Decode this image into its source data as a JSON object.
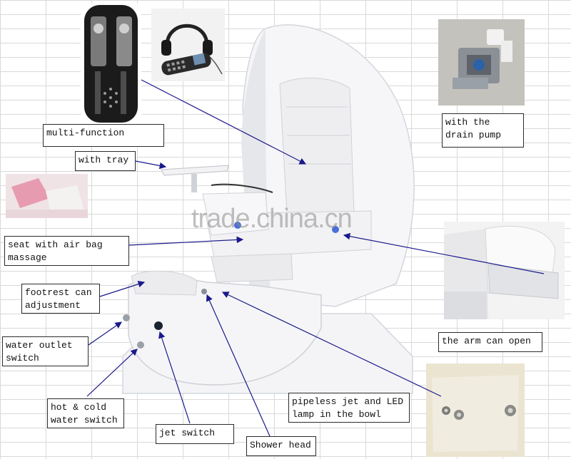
{
  "watermark": "trade.china.cn",
  "labels": {
    "multi_function": "multi-function",
    "with_tray": "with tray",
    "drain_pump": "with the\ndrain pump",
    "seat_airbag": "seat with air bag\nmassage",
    "footrest": "footrest can\nadjustment",
    "water_outlet": "water outlet\nswitch",
    "hot_cold": "hot & cold\nwater switch",
    "jet_switch": "jet switch",
    "shower_head": "Shower head",
    "pipeless_jet": "pipeless jet and LED\nlamp in the bowl",
    "arm_open": "the arm can open"
  },
  "colors": {
    "arrow": "#1a1a8c",
    "chair": "#f4f4f6",
    "chair_shadow": "#d4d6dc"
  },
  "icons": [
    "remote-icon",
    "headphones-icon",
    "drain-pump-icon"
  ]
}
